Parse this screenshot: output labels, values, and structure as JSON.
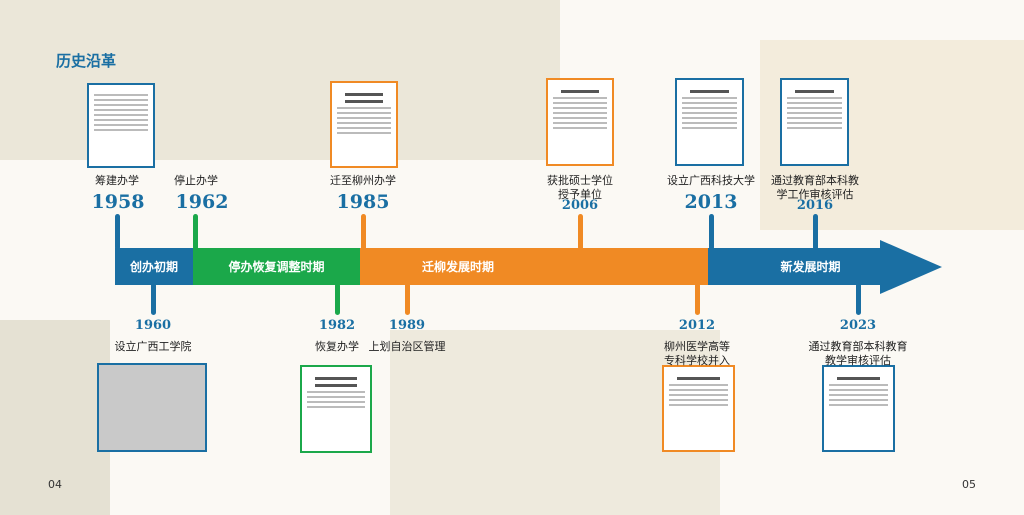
{
  "title": "历史沿革",
  "colors": {
    "blue": "#1a6fa3",
    "green": "#1ba84a",
    "orange": "#f08a24"
  },
  "periods": [
    {
      "label": "创办初期"
    },
    {
      "label": "停办恢复调整时期"
    },
    {
      "label": "迁柳发展时期"
    },
    {
      "label": "新发展时期"
    }
  ],
  "top_events": [
    {
      "year": "1958",
      "label": "筹建办学"
    },
    {
      "year": "1962",
      "label": "停止办学"
    },
    {
      "year": "1985",
      "label": "迁至柳州办学"
    },
    {
      "year": "2006",
      "label": "获批硕士学位\n授予单位"
    },
    {
      "year": "2013",
      "label": "设立广西科技大学"
    },
    {
      "year": "2016",
      "label": "通过教育部本科教\n学工作审核评估"
    }
  ],
  "bottom_events": [
    {
      "year": "1960",
      "label": "设立广西工学院"
    },
    {
      "year": "1982",
      "label": "恢复办学"
    },
    {
      "year": "1989",
      "label": "上划自治区管理"
    },
    {
      "year": "2012",
      "label": "柳州医学高等\n专科学校并入"
    },
    {
      "year": "2023",
      "label": "通过教育部本科教育\n教学审核评估"
    }
  ],
  "page_numbers": {
    "left": "04",
    "right": "05"
  }
}
